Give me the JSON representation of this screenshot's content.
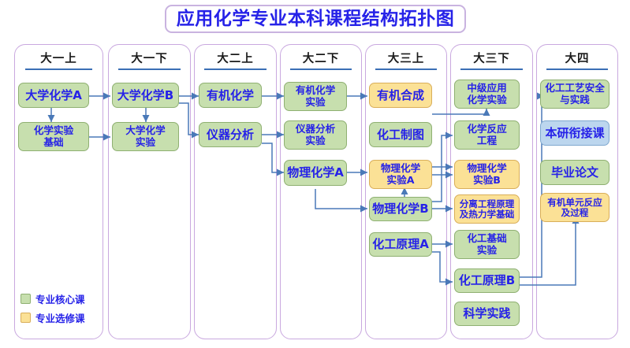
{
  "title": "应用化学专业本科课程结构拓扑图",
  "colors": {
    "title_text": "#2622e8",
    "title_border": "#c9b3e0",
    "column_border": "#c9a8df",
    "header_rule": "#3b6fb5",
    "core_fill": "#c7dfae",
    "core_border": "#8fb072",
    "elective_fill": "#fbe196",
    "elective_border": "#d9ae5a",
    "bridge_fill": "#bcd6ee",
    "bridge_border": "#7fa8cf",
    "arrow": "#4a79b8",
    "node_text": "#2622e8"
  },
  "columns": [
    {
      "header": "大一上",
      "courses": [
        {
          "label": "大学化学A",
          "type": "core"
        },
        {
          "label": "化学实验基础",
          "type": "core"
        }
      ]
    },
    {
      "header": "大一下",
      "courses": [
        {
          "label": "大学化学B",
          "type": "core"
        },
        {
          "label": "大学化学实验",
          "type": "core"
        }
      ]
    },
    {
      "header": "大二上",
      "courses": [
        {
          "label": "有机化学",
          "type": "core"
        },
        {
          "label": "仪器分析",
          "type": "core"
        }
      ]
    },
    {
      "header": "大二下",
      "courses": [
        {
          "label": "有机化学实验",
          "type": "core"
        },
        {
          "label": "仪器分析实验",
          "type": "core"
        },
        {
          "label": "物理化学A",
          "type": "core"
        }
      ]
    },
    {
      "header": "大三上",
      "courses": [
        {
          "label": "有机合成",
          "type": "elective"
        },
        {
          "label": "化工制图",
          "type": "core"
        },
        {
          "label": "物理化学实验A",
          "type": "elective"
        },
        {
          "label": "物理化学B",
          "type": "core"
        },
        {
          "label": "化工原理A",
          "type": "core"
        }
      ]
    },
    {
      "header": "大三下",
      "courses": [
        {
          "label": "中级应用化学实验",
          "type": "core"
        },
        {
          "label": "化学反应工程",
          "type": "core"
        },
        {
          "label": "物理化学实验B",
          "type": "elective"
        },
        {
          "label": "分离工程原理及热力学基础",
          "type": "elective"
        },
        {
          "label": "化工基础实验",
          "type": "core"
        },
        {
          "label": "化工原理B",
          "type": "core"
        },
        {
          "label": "科学实践",
          "type": "core"
        }
      ]
    },
    {
      "header": "大四",
      "courses": [
        {
          "label": "化工工艺安全与实践",
          "type": "core"
        },
        {
          "label": "本研衔接课",
          "type": "bridge"
        },
        {
          "label": "毕业论文",
          "type": "core"
        },
        {
          "label": "有机单元反应及过程",
          "type": "elective"
        }
      ]
    }
  ],
  "nodes": {
    "n_daxue_hx_a": {
      "label": "大学化学A",
      "type": "core"
    },
    "n_hx_shiyan_jc": {
      "label": "化学实验<br>基础",
      "type": "core"
    },
    "n_daxue_hx_b": {
      "label": "大学化学B",
      "type": "core"
    },
    "n_daxue_hx_sy": {
      "label": "大学化学<br>实验",
      "type": "core"
    },
    "n_youji_hx": {
      "label": "有机化学",
      "type": "core"
    },
    "n_yiqi_fx": {
      "label": "仪器分析",
      "type": "core"
    },
    "n_youji_hx_sy": {
      "label": "有机化学<br>实验",
      "type": "core"
    },
    "n_yiqi_fx_sy": {
      "label": "仪器分析<br>实验",
      "type": "core"
    },
    "n_wuli_hx_a": {
      "label": "物理化学A",
      "type": "core"
    },
    "n_youji_hc": {
      "label": "有机合成",
      "type": "elective"
    },
    "n_huagong_zt": {
      "label": "化工制图",
      "type": "core"
    },
    "n_wuli_hx_sy_a": {
      "label": "物理化学<br>实验A",
      "type": "elective"
    },
    "n_wuli_hx_b": {
      "label": "物理化学B",
      "type": "core"
    },
    "n_huagong_yl_a": {
      "label": "化工原理A",
      "type": "core"
    },
    "n_zhongji_yyhx": {
      "label": "中级应用<br>化学实验",
      "type": "core"
    },
    "n_hxfy_gc": {
      "label": "化学反应<br>工程",
      "type": "core"
    },
    "n_wuli_hx_sy_b": {
      "label": "物理化学<br>实验B",
      "type": "elective"
    },
    "n_fenli_gc": {
      "label": "分离工程原理<br>及热力学基础",
      "type": "elective"
    },
    "n_hg_jichu_sy": {
      "label": "化工基础<br>实验",
      "type": "core"
    },
    "n_huagong_yl_b": {
      "label": "化工原理B",
      "type": "core"
    },
    "n_kexue_sj": {
      "label": "科学实践",
      "type": "core"
    },
    "n_hggy_aq": {
      "label": "化工工艺安全<br>与实践",
      "type": "core"
    },
    "n_benyan_xjk": {
      "label": "本研衔接课",
      "type": "bridge"
    },
    "n_biye_lw": {
      "label": "毕业论文",
      "type": "core"
    },
    "n_youji_dy_fy": {
      "label": "有机单元反应<br>及过程",
      "type": "elective"
    }
  },
  "legend": [
    {
      "label": "专业核心课",
      "type": "core"
    },
    {
      "label": "专业选修课",
      "type": "elective"
    }
  ]
}
